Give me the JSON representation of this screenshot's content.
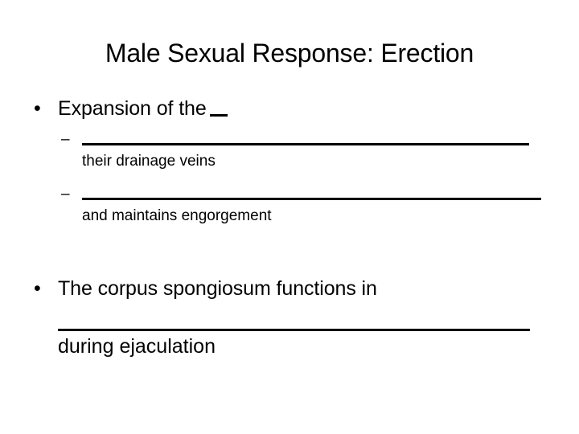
{
  "slide": {
    "title": "Male Sexual Response: Erection",
    "bullets": [
      {
        "level": 1,
        "marker": "•",
        "text": "Expansion of the",
        "trailing_blank": true
      },
      {
        "level": 2,
        "marker": "–",
        "blank_before": true,
        "text": "their drainage veins"
      },
      {
        "level": 2,
        "marker": "–",
        "blank_before": true,
        "text": "and maintains engorgement"
      },
      {
        "level": 1,
        "marker": "•",
        "text": "The corpus spongiosum functions in",
        "blank_after": true,
        "continuation": "during ejaculation"
      }
    ],
    "colors": {
      "background": "#ffffff",
      "text": "#000000",
      "rule": "#000000"
    }
  }
}
